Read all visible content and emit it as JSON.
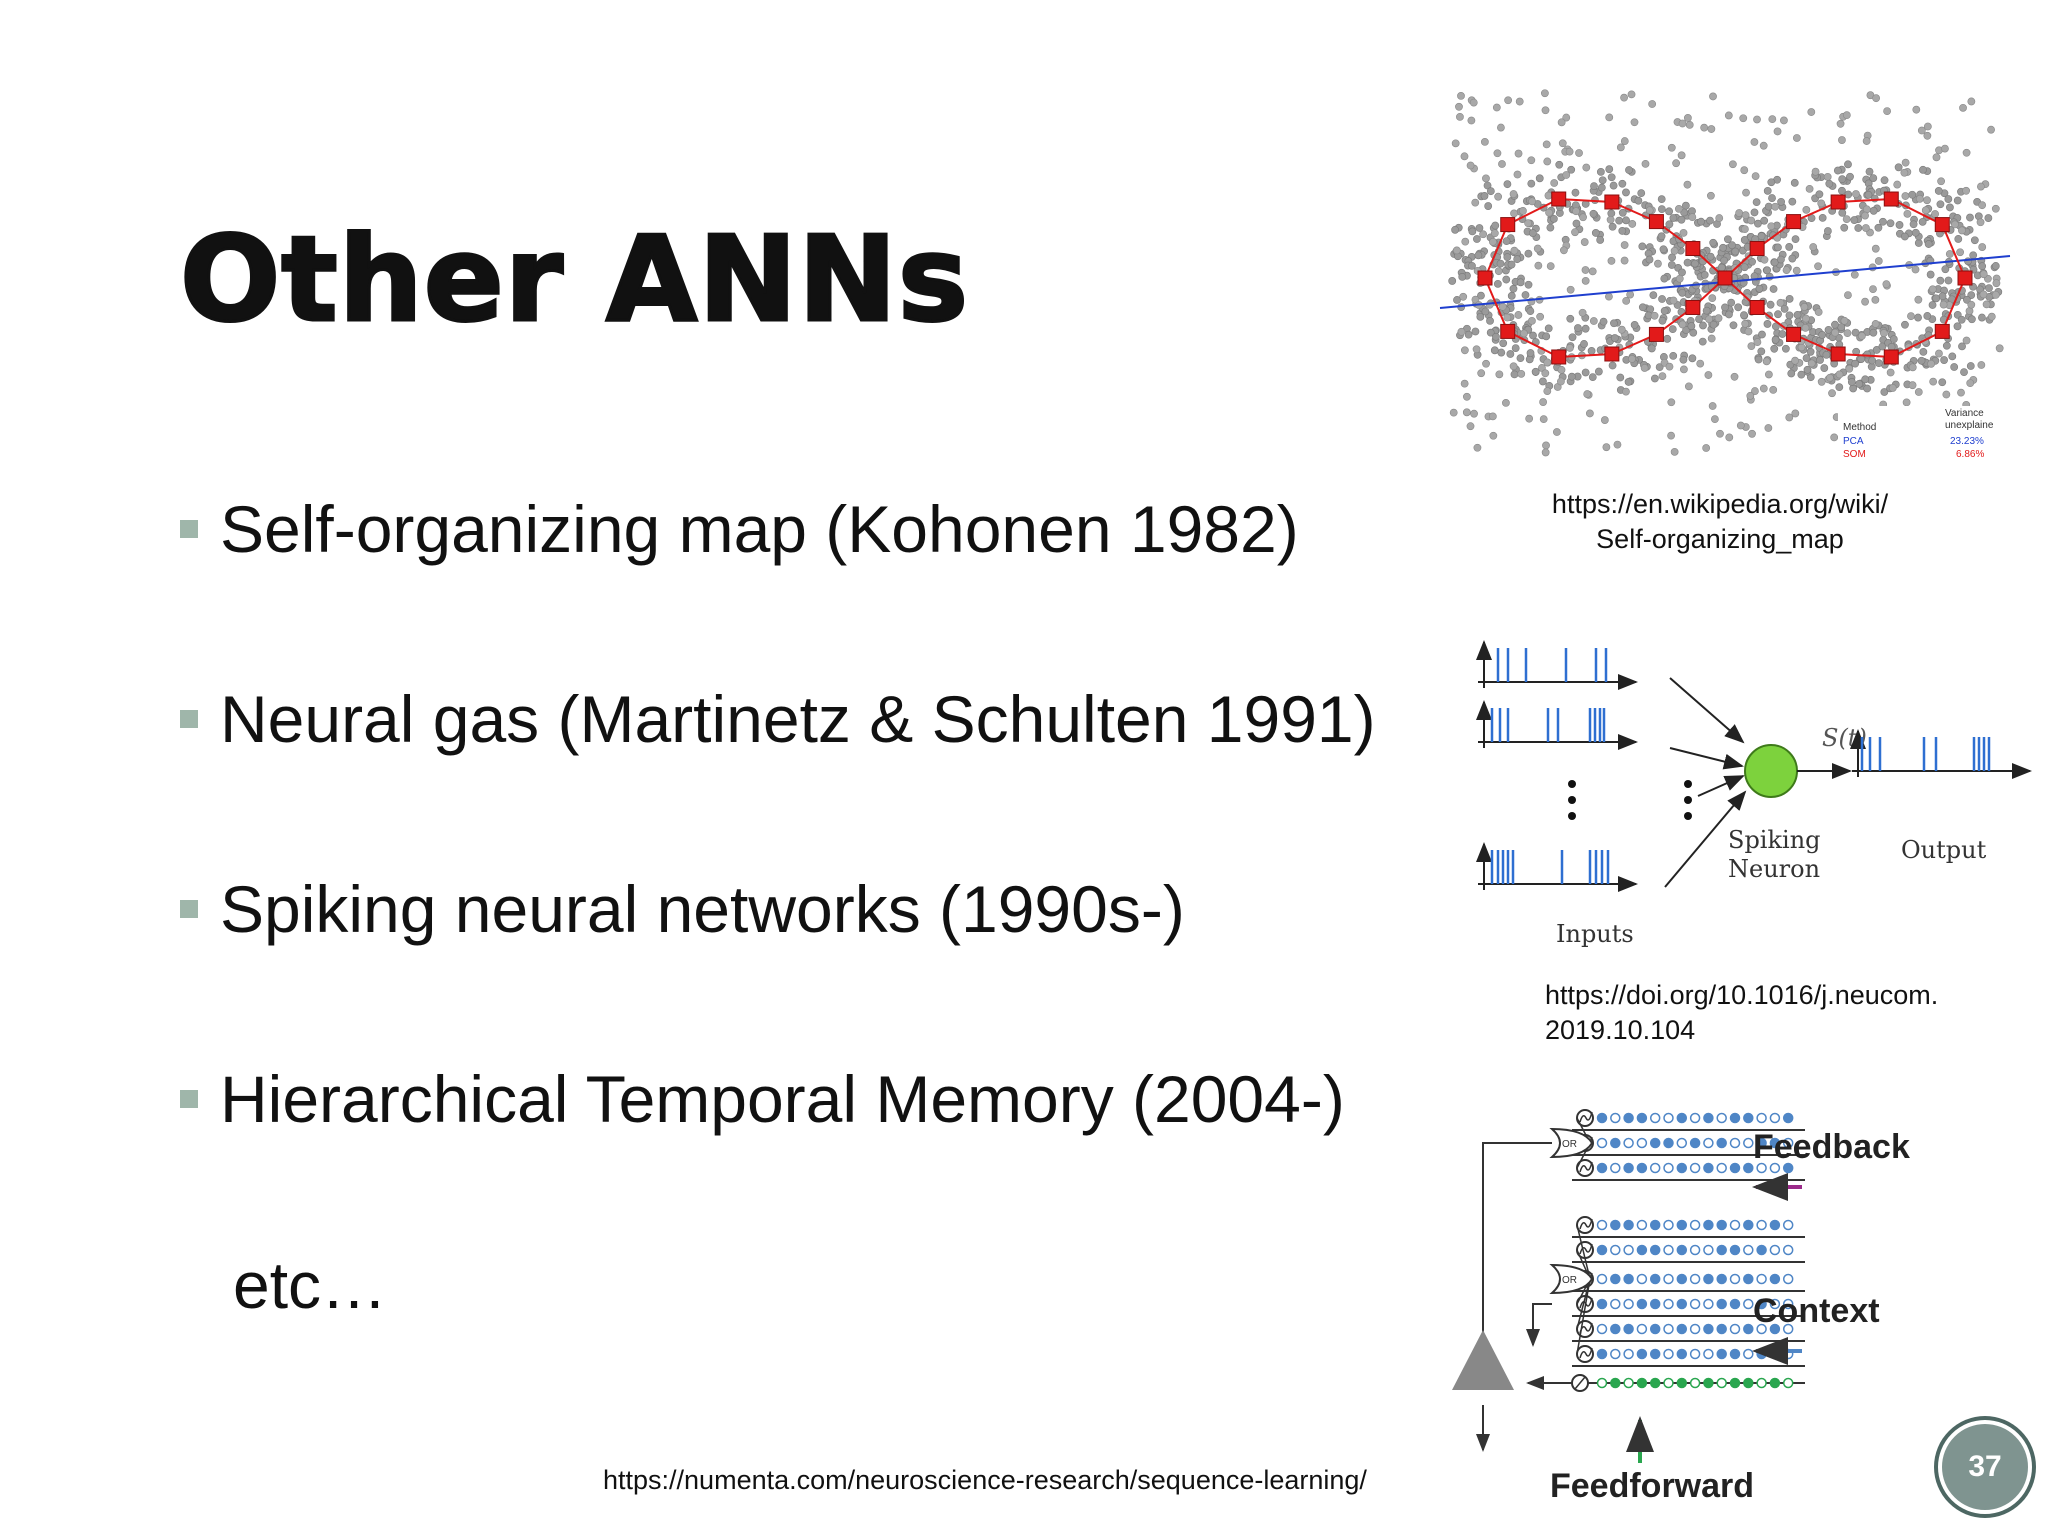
{
  "slide": {
    "title": "Other ANNs",
    "bullets": [
      "Self-organizing map (Kohonen 1982)",
      "Neural gas (Martinetz & Schulten 1991)",
      "Spiking neural networks (1990s-)",
      "Hierarchical Temporal Memory (2004-)"
    ],
    "etc": "etc…",
    "page_number": "37"
  },
  "figures": {
    "som": {
      "source_url": "https://en.wikipedia.org/wiki/\nSelf-organizing_map",
      "legend": {
        "col_method": "Method",
        "col_variance": "Variance\nunexplaine",
        "rows": [
          {
            "method": "PCA",
            "value": "23.23%",
            "color": "#1f3fcf"
          },
          {
            "method": "SOM",
            "value": "6.86%",
            "color": "#e21a1a"
          }
        ]
      }
    },
    "snn": {
      "source_url": "https://doi.org/10.1016/j.neucom.\n2019.10.104",
      "signal_label": "S(t)",
      "neuron_label": "Spiking\nNeuron",
      "output_label": "Output",
      "inputs_label": "Inputs",
      "neuron_color": "#7dd23d",
      "spike_color": "#2e6fd1"
    },
    "htm": {
      "source_url": "https://numenta.com/neuroscience-research/sequence-learning/",
      "gate_label": "OR",
      "feedback_label": "Feedback",
      "context_label": "Context",
      "feedforward_label": "Feedforward",
      "feedback_color": "#9b2a8a",
      "context_color": "#4f86c6",
      "feedforward_color": "#2aa64f"
    }
  },
  "colors": {
    "bullet_marker": "#9fb6aa",
    "badge_fill": "#7f9490"
  }
}
